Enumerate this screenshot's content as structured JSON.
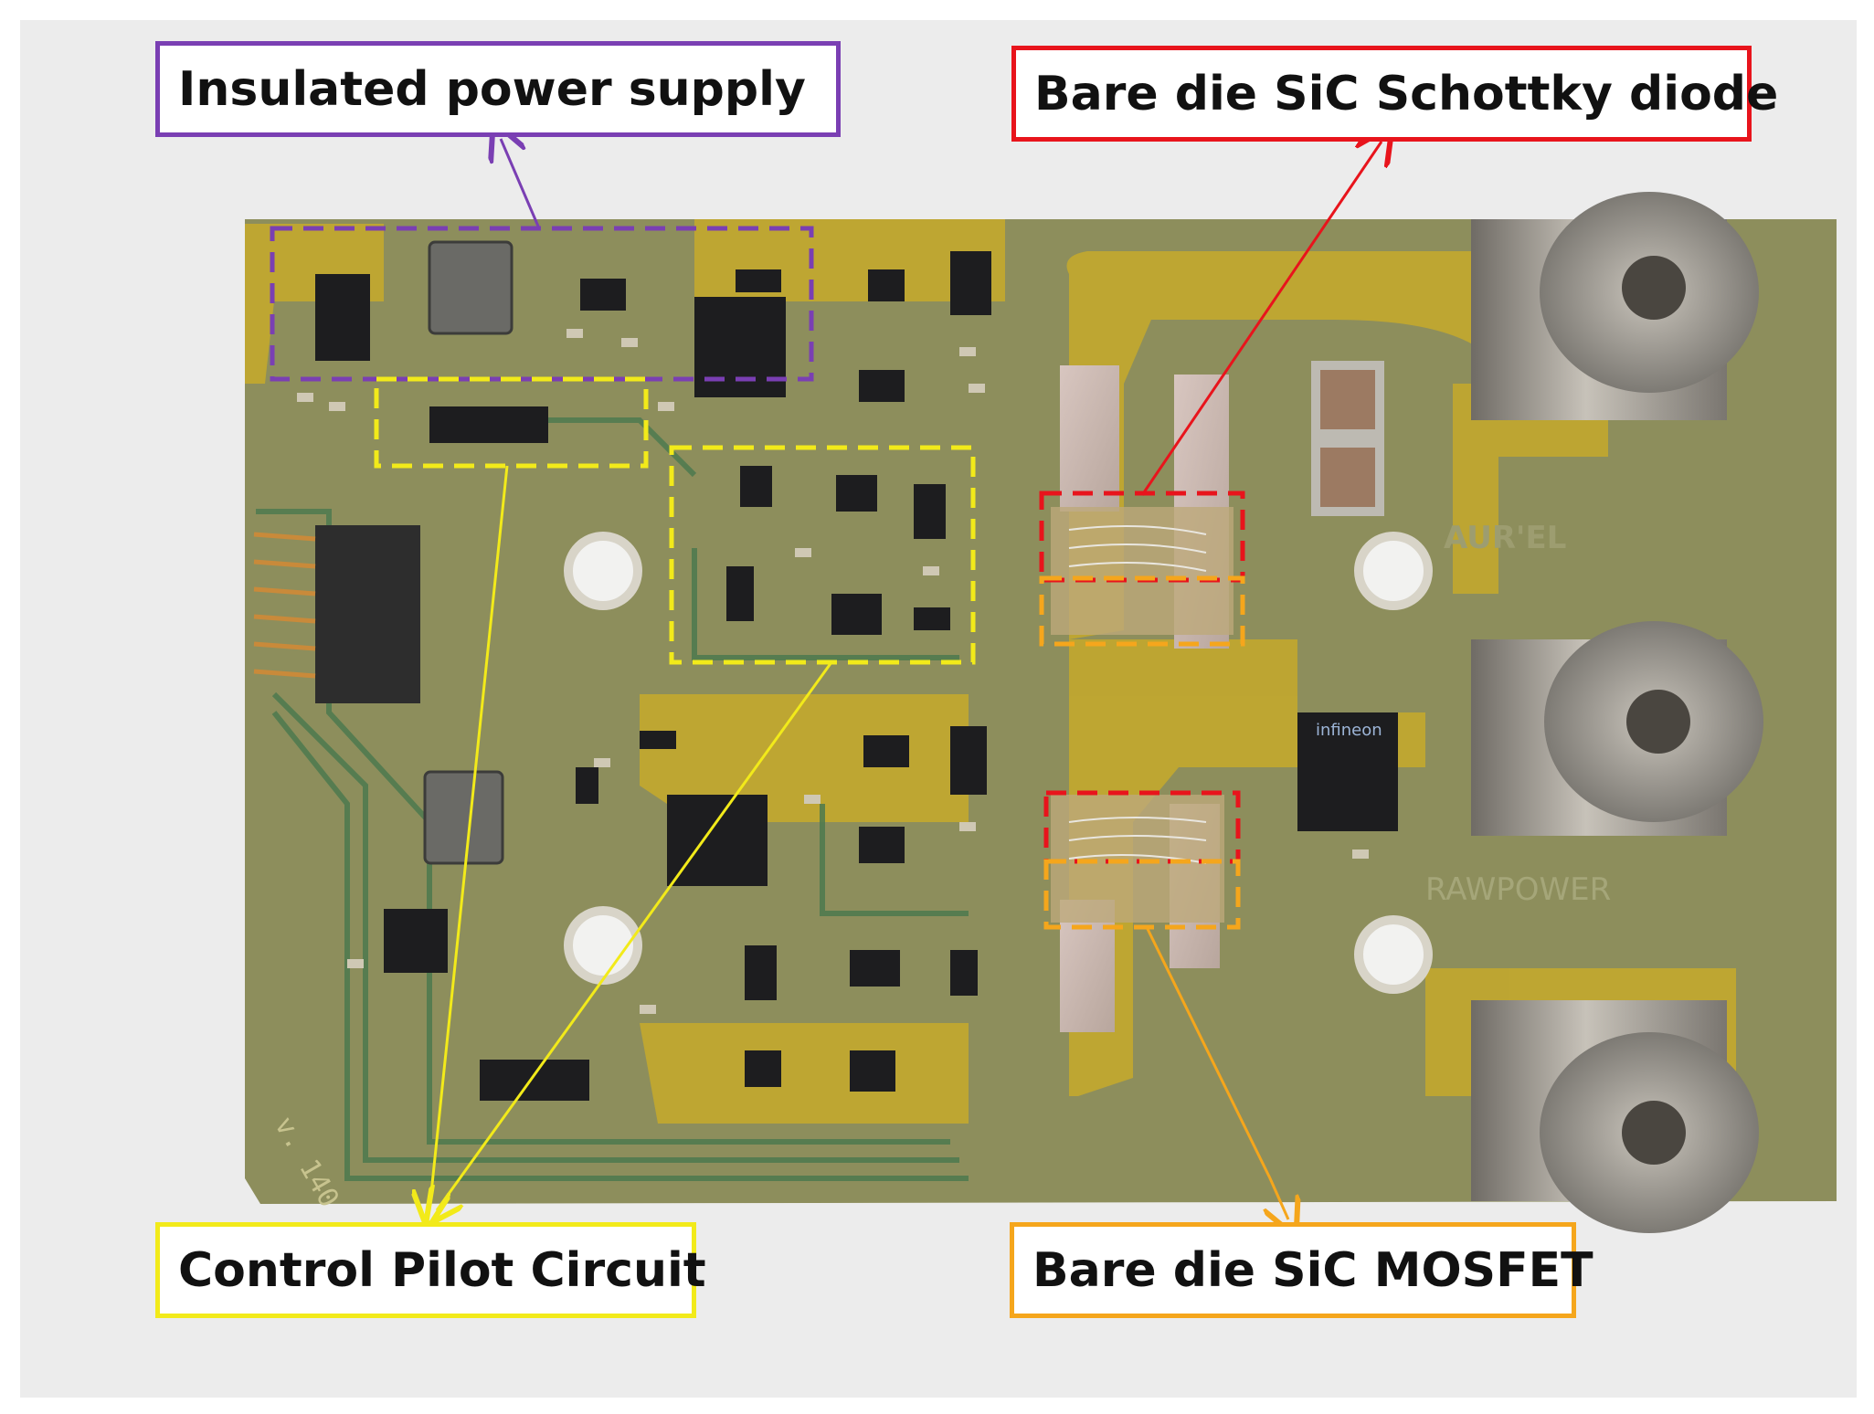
{
  "figure": {
    "labels": {
      "insulated_power_supply": "Insulated power supply",
      "schottky_diode": "Bare die SiC Schottky diode",
      "control_pilot": "Control Pilot Circuit",
      "mosfet": "Bare die SiC MOSFET"
    },
    "board_markings": {
      "version": "v. 140",
      "silkscreen_1": "AUR'EL",
      "silkscreen_2": "RAWPOWER",
      "ic_brand": "infineon"
    },
    "colors": {
      "purple": "#7a3fb3",
      "red": "#e8141c",
      "yellow": "#f2ea1a",
      "orange": "#f5a61c",
      "board": "#8d8e5c",
      "copper": "#c3a82e"
    }
  }
}
